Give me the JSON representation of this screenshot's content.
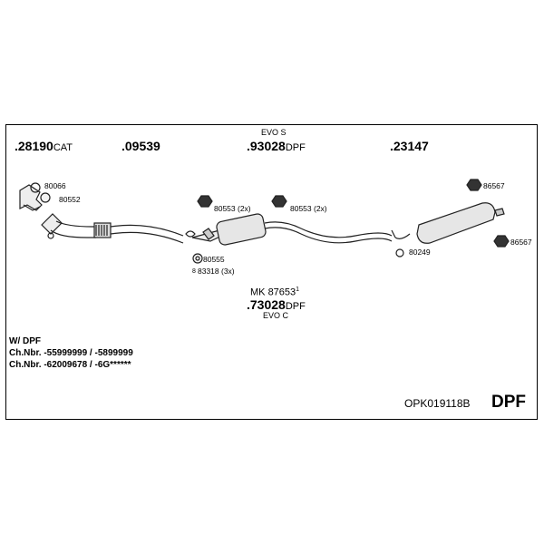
{
  "parts": {
    "p28190": {
      "number": ".28190",
      "suffix": "CAT"
    },
    "p09539": {
      "number": ".09539"
    },
    "p93028": {
      "number": ".93028",
      "suffix": "DPF",
      "note": "EVO S"
    },
    "p23147": {
      "number": ".23147"
    },
    "p73028": {
      "number": ".73028",
      "suffix": "DPF",
      "note": "EVO C"
    },
    "mk": {
      "prefix": "MK",
      "number": "87653",
      "sup": "1"
    }
  },
  "refs": {
    "r80066": "80066",
    "r80552": "80552",
    "r80553a": "80553 (2x)",
    "r80553b": "80553 (2x)",
    "r80555": "80555",
    "r83318": "83318 (3x)",
    "r83318_mark": "8",
    "r86567a": "86567",
    "r86567b": "86567",
    "r80249": "80249"
  },
  "info": {
    "line1": "W/ DPF",
    "line2": "Ch.Nbr. -55999999 / -5899999",
    "line3": "Ch.Nbr. -62009678 / -6G******"
  },
  "footer": {
    "code": "OPK019118B",
    "dpf": "DPF"
  }
}
